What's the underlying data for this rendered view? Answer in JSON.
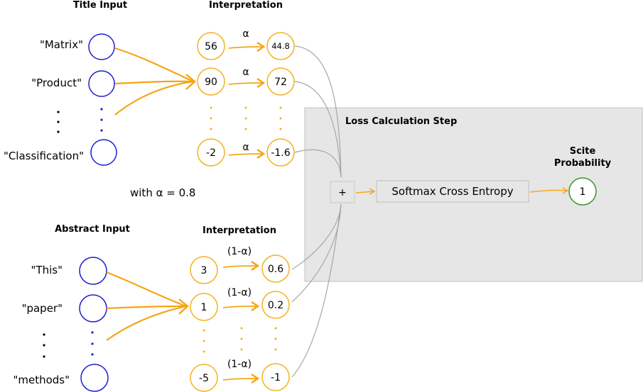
{
  "colors": {
    "input_node": "#1f1fcc",
    "interp_node": "#f5b21e",
    "flow": "#f5a614",
    "merge_line": "#a7a7a7",
    "loss_panel_fill": "#e6e6e6",
    "loss_panel_border": "#c0c0c0",
    "output_node": "#3a9a22",
    "dots_blue": "#1f1fcc",
    "dots_orange": "#f5b21e"
  },
  "title_section": {
    "input_header": "Title Input",
    "interp_header": "Interpretation",
    "tokens": [
      "\"Matrix\"",
      "\"Product\"",
      "\"Classification\""
    ],
    "interp_values": [
      "56",
      "90",
      "-2"
    ],
    "scaled_values": [
      "44.8",
      "72",
      "-1.6"
    ],
    "coef_label": "α",
    "alpha_note": "with α = 0.8"
  },
  "abstract_section": {
    "input_header": "Abstract Input",
    "interp_header": "Interpretation",
    "tokens": [
      "\"This\"",
      "\"paper\"",
      "\"methods\""
    ],
    "interp_values": [
      "3",
      "1",
      "-5"
    ],
    "scaled_values": [
      "0.6",
      "0.2",
      "-1"
    ],
    "coef_label": "(1-α)"
  },
  "loss_step": {
    "title": "Loss Calculation Step",
    "sum_symbol": "+",
    "softmax_label": "Softmax Cross Entropy",
    "output_header_line1": "Scite",
    "output_header_line2": "Probability",
    "output_value": "1"
  }
}
